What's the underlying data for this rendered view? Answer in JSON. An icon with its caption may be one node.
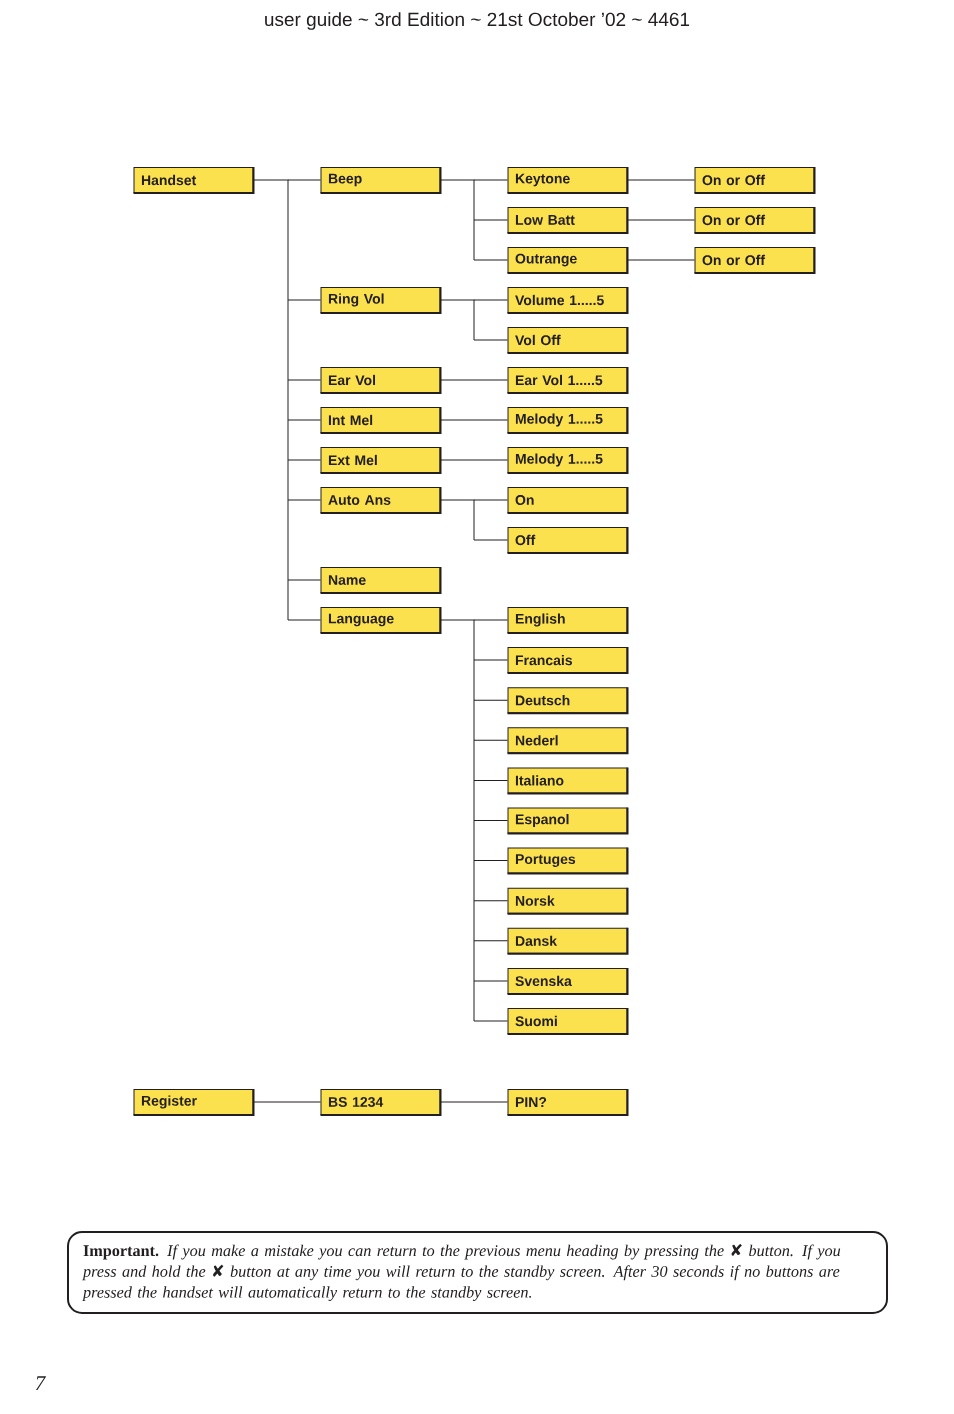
{
  "diagram": {
    "nodes": [
      {
        "text": [
          "Handset"
        ]
      },
      {
        "text": [
          "Beep"
        ]
      },
      {
        "text": [
          "Keytone"
        ]
      },
      {
        "text": [
          "On or Off"
        ]
      },
      {
        "text": [
          "Low Batt"
        ]
      },
      {
        "text": [
          "On or Off"
        ]
      },
      {
        "text": [
          "Outrange"
        ]
      },
      {
        "text": [
          "On or Off"
        ]
      },
      {
        "text": [
          "Ring Vol"
        ]
      },
      {
        "text": [
          "Volume 1.....5"
        ]
      },
      {
        "text": [
          "Vol Off"
        ]
      },
      {
        "text": [
          "Ear Vol"
        ]
      },
      {
        "text": [
          "Ear Vol 1.....5"
        ]
      },
      {
        "text": [
          "Int Mel"
        ]
      },
      {
        "text": [
          "Melody 1.....5"
        ]
      },
      {
        "text": [
          "Ext Mel"
        ]
      },
      {
        "text": [
          "Melody 1.....5"
        ]
      },
      {
        "text": [
          "Auto Ans"
        ]
      },
      {
        "text": [
          "On"
        ]
      },
      {
        "text": [
          "Off"
        ]
      },
      {
        "text": [
          "Name"
        ]
      },
      {
        "text": [
          "Language"
        ]
      },
      {
        "text": [
          "English"
        ]
      },
      {
        "text": [
          "Francais"
        ]
      },
      {
        "text": [
          "Deutsch"
        ]
      },
      {
        "text": [
          "Nederl"
        ]
      },
      {
        "text": [
          "Italiano"
        ]
      },
      {
        "text": [
          "Espanol"
        ]
      },
      {
        "text": [
          "Portuges"
        ]
      },
      {
        "text": [
          "Norsk"
        ]
      },
      {
        "text": [
          "Dansk"
        ]
      },
      {
        "text": [
          "Svenska"
        ]
      },
      {
        "text": [
          "Suomi"
        ]
      },
      {
        "text": [
          "Register"
        ]
      },
      {
        "text": [
          "BS 1234"
        ]
      },
      {
        "text": [
          "PIN?"
        ]
      },
      {
        "text": [
          "**Important.** *If you make a mistake you can return to the previous menu heading by pressing the ✘ button. If you press and hold the ✘ button at any time you will return to the standby screen. After 30 seconds if no buttons are pressed the handset will automatically return to the standby screen.*"
        ]
      }
    ],
    "edges": [
      {
        "from": 0,
        "to": 1,
        "arrow": "none"
      },
      {
        "from": 1,
        "to": 2,
        "arrow": "none"
      },
      {
        "from": 2,
        "to": 3,
        "arrow": "none"
      },
      {
        "from": 1,
        "to": 4,
        "arrow": "none"
      },
      {
        "from": 4,
        "to": 5,
        "arrow": "none"
      },
      {
        "from": 1,
        "to": 6,
        "arrow": "none"
      },
      {
        "from": 6,
        "to": 7,
        "arrow": "none"
      },
      {
        "from": 0,
        "to": 8,
        "arrow": "none"
      },
      {
        "from": 8,
        "to": 9,
        "arrow": "none"
      },
      {
        "from": 8,
        "to": 10,
        "arrow": "none"
      },
      {
        "from": 0,
        "to": 11,
        "arrow": "none"
      },
      {
        "from": 11,
        "to": 12,
        "arrow": "none"
      },
      {
        "from": 0,
        "to": 13,
        "arrow": "none"
      },
      {
        "from": 13,
        "to": 14,
        "arrow": "none"
      },
      {
        "from": 0,
        "to": 15,
        "arrow": "none"
      },
      {
        "from": 15,
        "to": 16,
        "arrow": "none"
      },
      {
        "from": 0,
        "to": 17,
        "arrow": "none"
      },
      {
        "from": 17,
        "to": 18,
        "arrow": "none"
      },
      {
        "from": 17,
        "to": 19,
        "arrow": "none"
      },
      {
        "from": 0,
        "to": 20,
        "arrow": "none"
      },
      {
        "from": 0,
        "to": 21,
        "arrow": "none"
      },
      {
        "from": 21,
        "to": 22,
        "arrow": "none"
      },
      {
        "from": 21,
        "to": 23,
        "arrow": "none"
      },
      {
        "from": 21,
        "to": 24,
        "arrow": "none"
      },
      {
        "from": 21,
        "to": 25,
        "arrow": "none"
      },
      {
        "from": 21,
        "to": 26,
        "arrow": "none"
      },
      {
        "from": 21,
        "to": 27,
        "arrow": "none"
      },
      {
        "from": 21,
        "to": 28,
        "arrow": "none"
      },
      {
        "from": 21,
        "to": 29,
        "arrow": "none"
      },
      {
        "from": 21,
        "to": 30,
        "arrow": "none"
      },
      {
        "from": 21,
        "to": 31,
        "arrow": "none"
      },
      {
        "from": 21,
        "to": 32,
        "arrow": "none"
      },
      {
        "from": 33,
        "to": 34,
        "arrow": "none"
      },
      {
        "from": 34,
        "to": 35,
        "arrow": "none"
      }
    ],
    "labels": [
      "user guide ~ 3rd Edition ~ 21st October ’02 ~ 4461",
      "7"
    ]
  }
}
